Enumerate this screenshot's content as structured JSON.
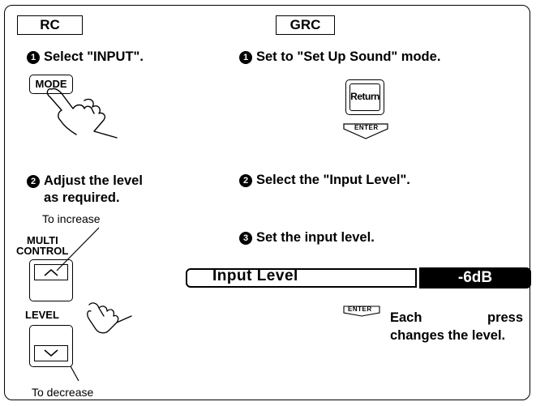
{
  "tags": {
    "rc": "RC",
    "grc": "GRC"
  },
  "left": {
    "step1_num": "1",
    "step1_text": "Select \"INPUT\".",
    "mode_key": "MODE",
    "step2_num": "2",
    "step2_line1": "Adjust the level",
    "step2_line2": "as required.",
    "to_increase": "To increase",
    "multi": "MULTI",
    "control": "CONTROL",
    "level": "LEVEL",
    "to_decrease": "To decrease"
  },
  "right": {
    "step1_num": "1",
    "step1_text": "Set to \"Set Up Sound\" mode.",
    "return_key": "Return",
    "enter_label": "ENTER",
    "step2_num": "2",
    "step2_text": "Select the \"Input Level\".",
    "step3_num": "3",
    "step3_text": "Set the input level.",
    "display_label": "Input Level",
    "display_value": "-6dB",
    "enter_label2": "ENTER",
    "note_line1_a": "Each",
    "note_line1_b": "press",
    "note_line2": "changes the level."
  }
}
